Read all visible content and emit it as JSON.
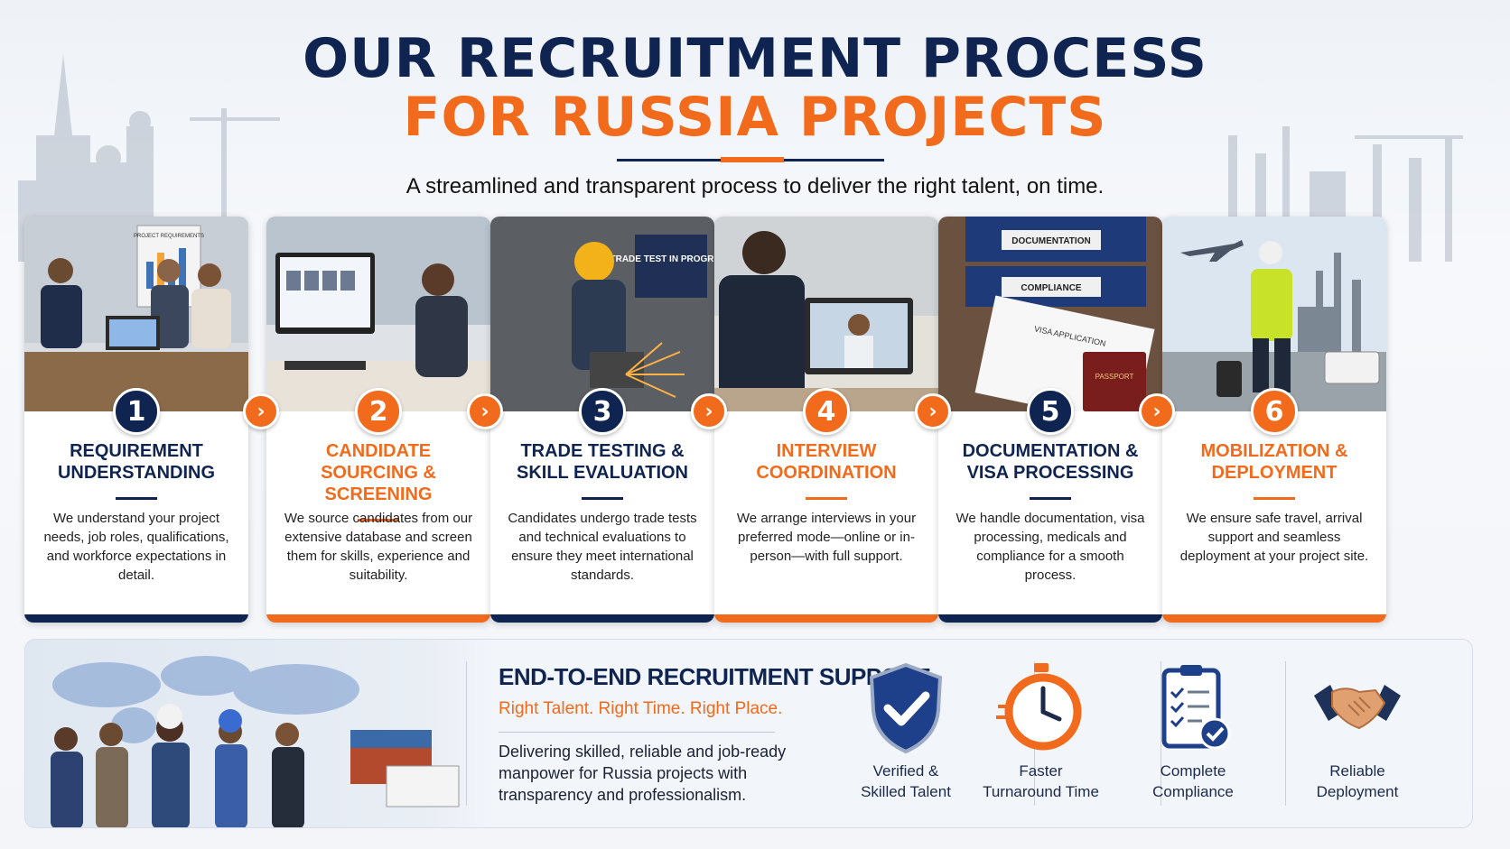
{
  "header": {
    "title_line1": "OUR RECRUITMENT PROCESS",
    "title_line2": "FOR RUSSIA PROJECTS",
    "subtitle": "A streamlined and transparent process to deliver the right talent, on time."
  },
  "steps": [
    {
      "number": "1",
      "title": "REQUIREMENT\nUNDERSTANDING",
      "description": "We understand your project needs, job roles, qualifications, and workforce expectations in detail.",
      "accent": "navy",
      "photo_sign": "PROJECT REQUIREMENTS"
    },
    {
      "number": "2",
      "title": "CANDIDATE\nSOURCING &\nSCREENING",
      "description": "We source candidates from our extensive database and screen them for skills, experience and suitability.",
      "accent": "orange",
      "photo_sign": ""
    },
    {
      "number": "3",
      "title": "TRADE TESTING &\nSKILL EVALUATION",
      "description": "Candidates undergo trade tests and technical evaluations to ensure they meet international standards.",
      "accent": "navy",
      "photo_sign": "TRADE TEST IN PROGRESS"
    },
    {
      "number": "4",
      "title": "INTERVIEW\nCOORDINATION",
      "description": "We arrange interviews in your preferred mode—online or in-person—with full support.",
      "accent": "orange",
      "photo_sign": ""
    },
    {
      "number": "5",
      "title": "DOCUMENTATION &\nVISA PROCESSING",
      "description": "We handle documentation, visa processing, medicals and compliance for a smooth process.",
      "accent": "navy",
      "photo_sign": "DOCUMENTATION"
    },
    {
      "number": "6",
      "title": "MOBILIZATION &\nDEPLOYMENT",
      "description": "We ensure safe travel, arrival support and seamless deployment at your project site.",
      "accent": "orange",
      "photo_sign": ""
    }
  ],
  "photo_labels": {
    "step5_binder2": "COMPLIANCE",
    "step5_form": "VISA APPLICATION",
    "step5_passport": "PASSPORT"
  },
  "banner": {
    "heading": "END-TO-END RECRUITMENT SUPPORT",
    "tagline": "Right Talent. Right Time. Right Place.",
    "description": "Delivering skilled, reliable and job-ready manpower for Russia projects with transparency and professionalism.",
    "features": [
      {
        "label": "Verified &\nSkilled Talent",
        "icon": "shield-check-icon"
      },
      {
        "label": "Faster\nTurnaround Time",
        "icon": "stopwatch-icon"
      },
      {
        "label": "Complete\nCompliance",
        "icon": "clipboard-check-icon"
      },
      {
        "label": "Reliable\nDeployment",
        "icon": "handshake-icon"
      }
    ]
  },
  "colors": {
    "navy": "#0f2451",
    "orange": "#f26a1b"
  }
}
